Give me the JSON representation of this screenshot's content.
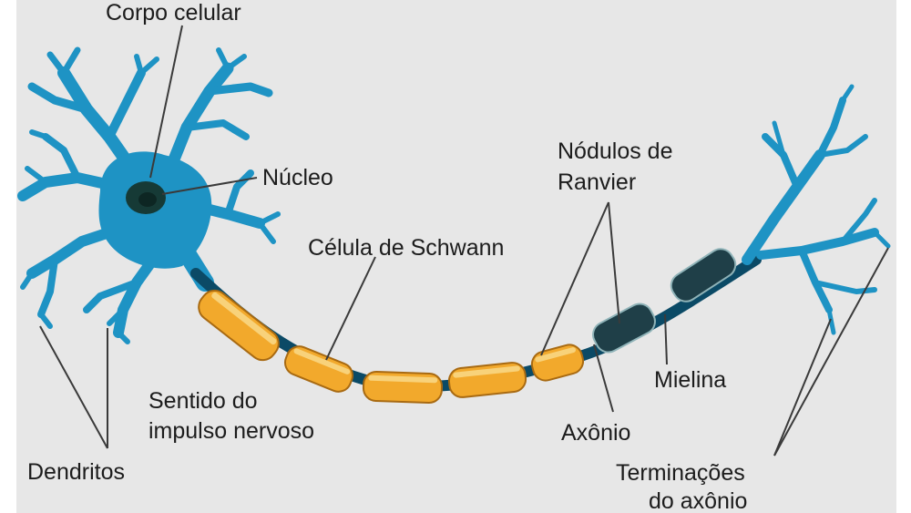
{
  "labels": {
    "cell_body": "Corpo celular",
    "nucleus": "Núcleo",
    "nodes_line1": "Nódulos de",
    "nodes_line2": "Ranvier",
    "schwann": "Célula de Schwann",
    "direction_line1": "Sentido do",
    "direction_line2": "impulso nervoso",
    "myelin": "Mielina",
    "axon": "Axônio",
    "dendrites": "Dendritos",
    "terminals_line1": "Terminações",
    "terminals_line2": "do axônio"
  },
  "colors": {
    "background": "#e7e7e7",
    "neuron": "#1e93c4",
    "neuron_dark": "#0f6f9a",
    "nucleus": "#163a36",
    "myelin_fill": "#f2a92c",
    "myelin_edge": "#a86a12",
    "myelin_highlight": "#f8d27a",
    "axon_core": "#0b4a66",
    "sheath_dark": "#1f3f48",
    "leader_line": "#3a3a3a",
    "text": "#1c1c1c"
  }
}
